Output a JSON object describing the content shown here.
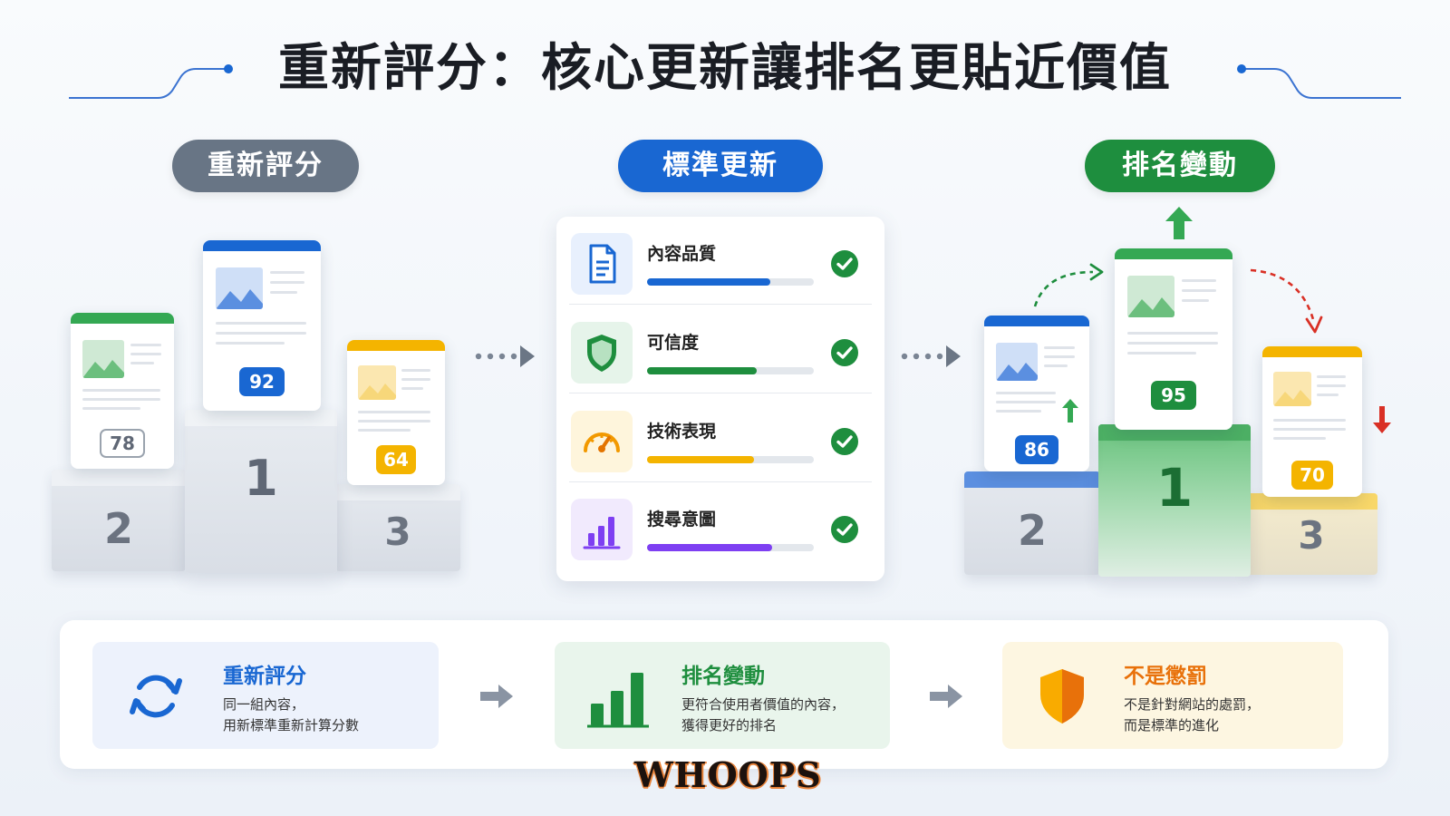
{
  "title": "重新評分：核心更新讓排名更貼近價值",
  "stages": {
    "rescore": "重新評分",
    "standards": "標準更新",
    "ranking": "排名變動"
  },
  "before": {
    "ranks": [
      "2",
      "1",
      "3"
    ],
    "scores": {
      "rank2": "78",
      "rank1": "92",
      "rank3": "64"
    }
  },
  "criteria": [
    {
      "label": "內容品質",
      "progress": 0.74,
      "color": "#1967d2",
      "icon": "document-icon"
    },
    {
      "label": "可信度",
      "progress": 0.66,
      "color": "#1e8e3e",
      "icon": "shield-icon"
    },
    {
      "label": "技術表現",
      "progress": 0.64,
      "color": "#f4b400",
      "icon": "speedometer-icon"
    },
    {
      "label": "搜尋意圖",
      "progress": 0.75,
      "color": "#7e3ff2",
      "icon": "bar-chart-icon"
    }
  ],
  "after": {
    "ranks": [
      "2",
      "1",
      "3"
    ],
    "scores": {
      "rank2": "86",
      "rank1": "95",
      "rank3": "70"
    }
  },
  "summary": [
    {
      "heading": "重新評分",
      "line1": "同一組內容，",
      "line2": "用新標準重新計算分數",
      "color": "#1967d2",
      "icon": "refresh-icon"
    },
    {
      "heading": "排名變動",
      "line1": "更符合使用者價值的內容，",
      "line2": "獲得更好的排名",
      "color": "#1e8e3e",
      "icon": "bar-chart-icon"
    },
    {
      "heading": "不是懲罰",
      "line1": "不是針對網站的處罰，",
      "line2": "而是標準的進化",
      "color": "#e8710a",
      "icon": "shield-icon"
    }
  ],
  "watermark": "WHOOPS",
  "colors": {
    "blue": "#1967d2",
    "green": "#1e8e3e",
    "yellow": "#f4b400",
    "gray": "#687585",
    "red": "#d93025"
  }
}
